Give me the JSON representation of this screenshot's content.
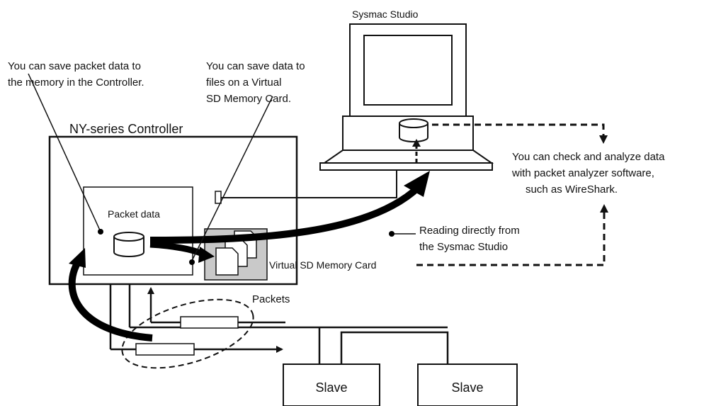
{
  "labels": {
    "sysmac_studio": "Sysmac Studio",
    "controller_title": "NY-series Controller",
    "packet_data": "Packet data",
    "virtual_sd": "Virtual SD Memory Card",
    "packets": "Packets",
    "slave_1": "Slave",
    "slave_2": "Slave"
  },
  "annotations": {
    "save_memory": [
      "You can save packet data to",
      "the memory in the Controller."
    ],
    "save_sd": [
      "You can save data to",
      "files on a Virtual",
      "SD Memory Card."
    ],
    "analyze": [
      "You can check and analyze data",
      "with packet analyzer software,",
      "such as WireShark."
    ],
    "reading_direct": [
      "Reading directly from",
      "the Sysmac Studio"
    ]
  }
}
